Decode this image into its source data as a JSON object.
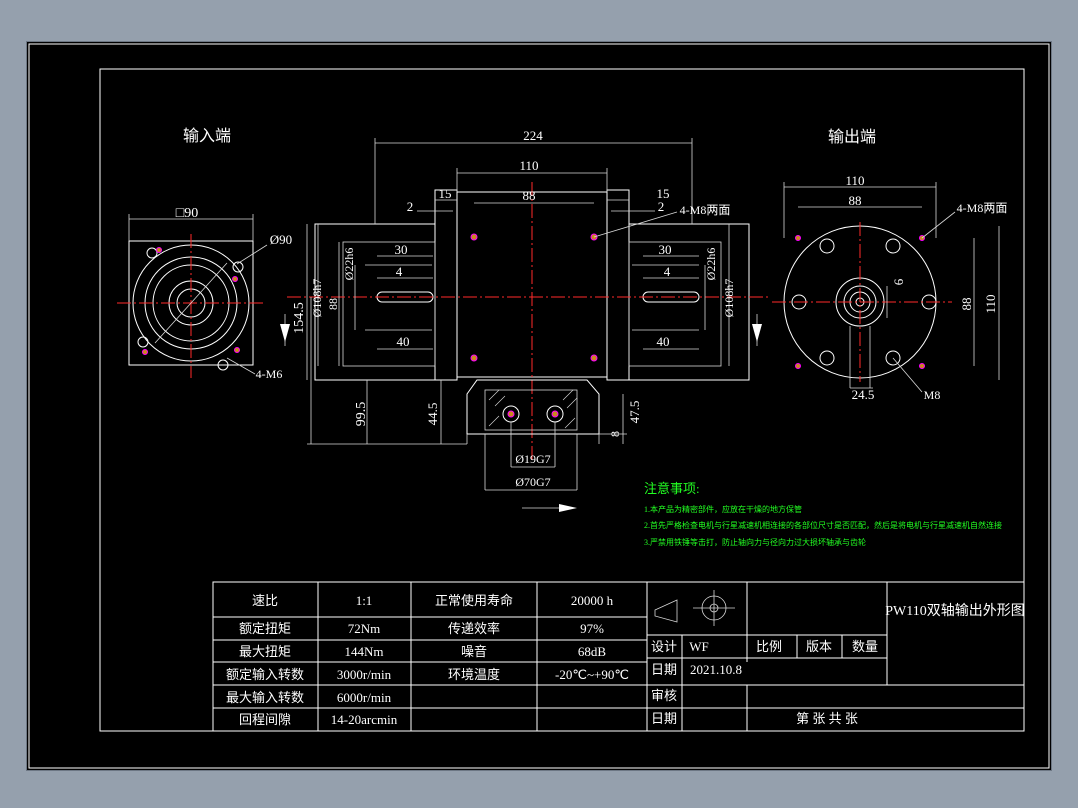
{
  "views": {
    "input": {
      "title": "输入端",
      "dims": {
        "square": "□90",
        "circle": "Ø90",
        "holes": "4-M6",
        "height": "154.5"
      }
    },
    "side": {
      "dims": {
        "overall": "224",
        "body": "110",
        "bolt": "88",
        "left_flange": "15",
        "right_flange": "15",
        "left_gap": "2",
        "right_gap": "2",
        "key_len_l": "30",
        "key_w_l": "4",
        "shaft_len_l": "40",
        "key_len_r": "30",
        "key_w_r": "4",
        "shaft_len_r": "40",
        "shaft_dia_l": "Ø22h6",
        "shaft_dia_r": "Ø22h6",
        "pilot_l": "Ø108h7",
        "pilot_r": "Ø108h7",
        "inner_88": "88",
        "foot": "99.5",
        "base": "44.5",
        "base_r": "47.5",
        "base_8": "8",
        "bore": "Ø19G7",
        "bore_outer": "Ø70G7",
        "holes": "4-M8两面"
      }
    },
    "output": {
      "title": "输出端",
      "dims": {
        "width": "110",
        "bolt": "88",
        "holes": "4-M8两面",
        "height": "110",
        "inner": "88",
        "key": "6",
        "offset": "24.5",
        "thread": "M8"
      }
    }
  },
  "notes": {
    "title": "注意事项:",
    "items": [
      "1.本产品为精密部件，应放在干燥的地方保管",
      "2.首先严格检查电机与行星减速机相连接的各部位尺寸是否匹配，然后是将电机与行星减速机自然连接",
      "3.严禁用铁锤等击打，防止轴向力与径向力过大损坏轴承与齿轮"
    ]
  },
  "spec_table": {
    "rows": [
      [
        "速比",
        "1:1",
        "正常使用寿命",
        "20000 h"
      ],
      [
        "额定扭矩",
        "72Nm",
        "传递效率",
        "97%"
      ],
      [
        "最大扭矩",
        "144Nm",
        "噪音",
        "68dB"
      ],
      [
        "额定输入转数",
        "3000r/min",
        "环境温度",
        "-20℃~+90℃"
      ],
      [
        "最大输入转数",
        "6000r/min",
        "",
        ""
      ],
      [
        "回程间隙",
        "14-20arcmin",
        "",
        ""
      ]
    ]
  },
  "title_block": {
    "drawing_title": "PW110双轴输出外形图",
    "design_label": "设计",
    "designer": "WF",
    "scale_label": "比例",
    "version_label": "版本",
    "qty_label": "数量",
    "date_label": "日期",
    "date": "2021.10.8",
    "review_label": "审核",
    "date_label2": "日期",
    "sheet_text": "第  张  共  张"
  },
  "colors": {
    "background": "#000000",
    "outer": "#95a0ad",
    "center_line": "#ff2a2a",
    "notes": "#22ff22",
    "hole_marker": "#ff00ff"
  }
}
